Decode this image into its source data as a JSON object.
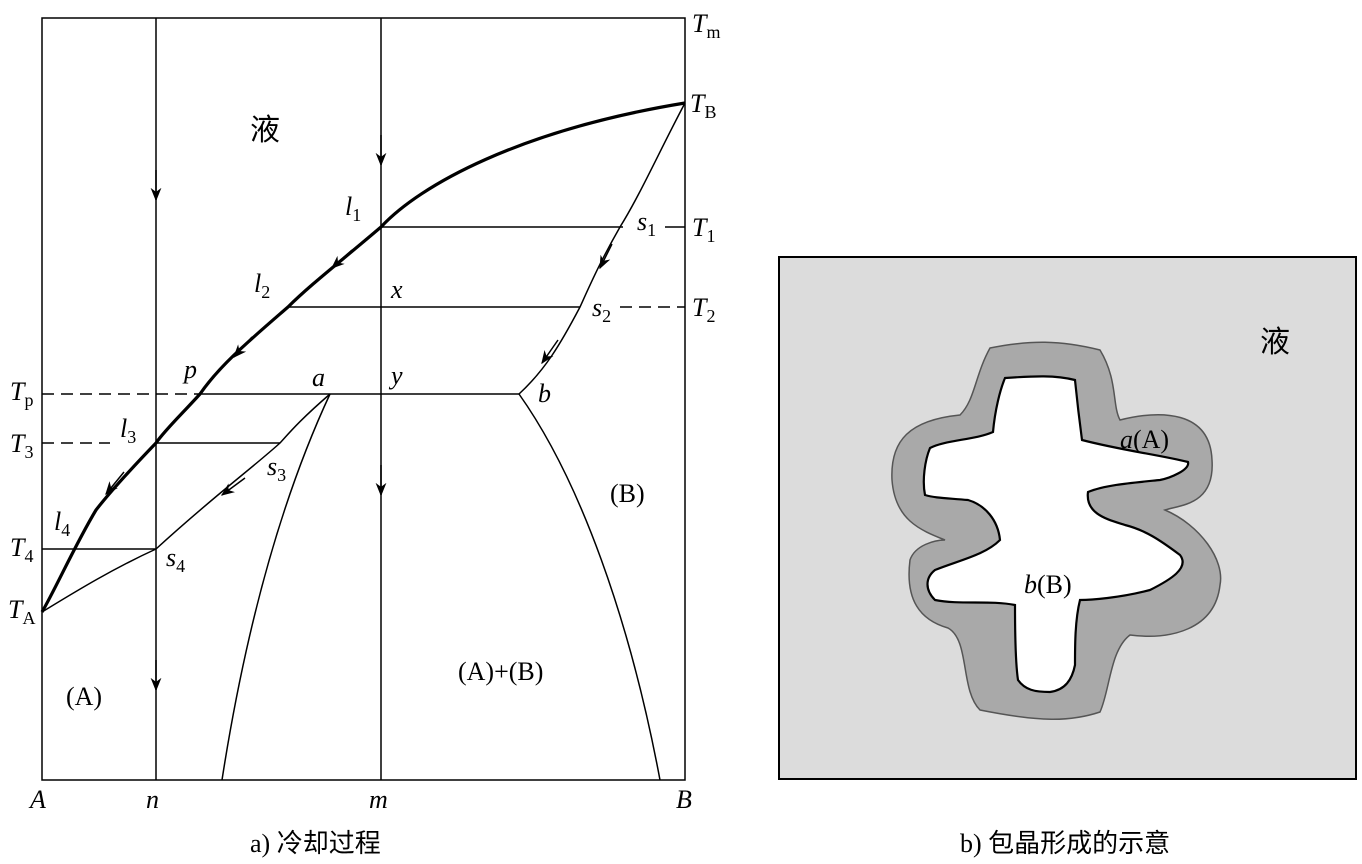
{
  "diagram_a": {
    "caption": "a) 冷却过程",
    "region_liquid": "液",
    "region_A": "(A)",
    "region_AB": "(A)+(B)",
    "region_B": "(B)",
    "axis_x": {
      "A": "A",
      "n": "n",
      "m": "m",
      "B": "B"
    },
    "temps": {
      "Tm": {
        "main": "T",
        "sub": "m"
      },
      "TB": {
        "main": "T",
        "sub": "B"
      },
      "T1": {
        "main": "T",
        "sub": "1"
      },
      "T2": {
        "main": "T",
        "sub": "2"
      },
      "Tp": {
        "main": "T",
        "sub": "p"
      },
      "T3": {
        "main": "T",
        "sub": "3"
      },
      "T4": {
        "main": "T",
        "sub": "4"
      },
      "TA": {
        "main": "T",
        "sub": "A"
      }
    },
    "points": {
      "l1": {
        "main": "l",
        "sub": "1"
      },
      "l2": {
        "main": "l",
        "sub": "2"
      },
      "l3": {
        "main": "l",
        "sub": "3"
      },
      "l4": {
        "main": "l",
        "sub": "4"
      },
      "s1": {
        "main": "s",
        "sub": "1"
      },
      "s2": {
        "main": "s",
        "sub": "2"
      },
      "s3": {
        "main": "s",
        "sub": "3"
      },
      "s4": {
        "main": "s",
        "sub": "4"
      },
      "p": "p",
      "a": "a",
      "b": "b",
      "x": "x",
      "y": "y"
    }
  },
  "diagram_b": {
    "caption": "b) 包晶形成的示意",
    "liquid_label": "液",
    "shell_label": {
      "it": "a",
      "rest": "(A)"
    },
    "core_label": {
      "it": "b",
      "rest": "(B)"
    },
    "colors": {
      "liquid": "#dcdcdc",
      "shell": "#a9a9a9",
      "core": "#ffffff"
    }
  }
}
